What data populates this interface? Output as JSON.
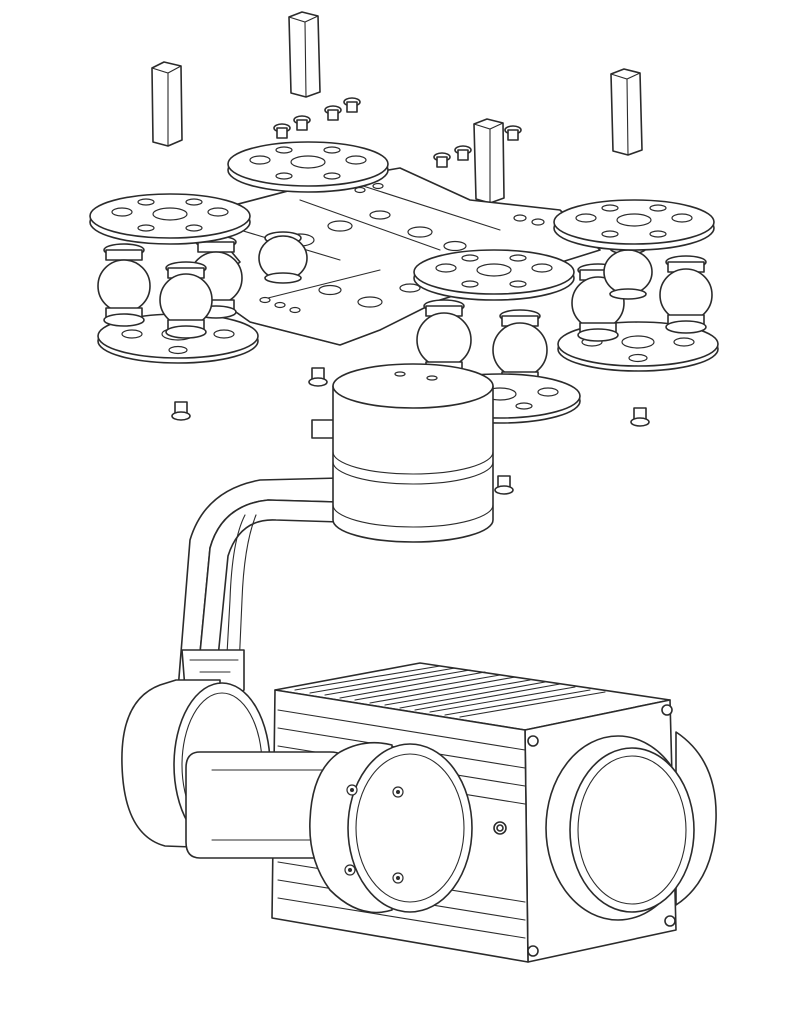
{
  "diagram": {
    "kind": "exploded line drawing",
    "line_color": "#2b2b2b",
    "background": "#ffffff",
    "parts": [
      {
        "name": "standoff-pillar",
        "count": 4
      },
      {
        "name": "top-screw",
        "count": 8
      },
      {
        "name": "mounting-frame-plate",
        "count": 1
      },
      {
        "name": "damping-ball",
        "count": 8
      },
      {
        "name": "damper-disc",
        "count": 8
      },
      {
        "name": "bottom-screw",
        "count": 4
      },
      {
        "name": "yaw-motor",
        "count": 1
      },
      {
        "name": "gimbal-arm",
        "count": 1
      },
      {
        "name": "roll-motor",
        "count": 1
      },
      {
        "name": "pitch-motor",
        "count": 1
      },
      {
        "name": "camera-body",
        "count": 1
      },
      {
        "name": "camera-lens",
        "count": 1
      }
    ]
  }
}
